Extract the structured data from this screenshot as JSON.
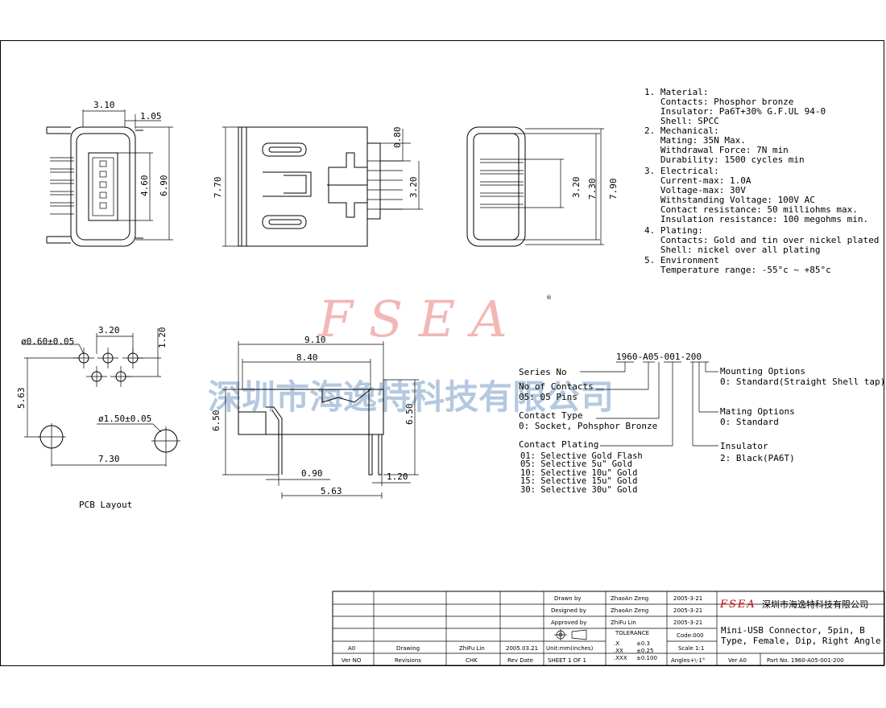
{
  "specs": [
    "1. Material:",
    "   Contacts: Phosphor bronze",
    "   Insulator: Pa6T+30% G.F.UL 94-0",
    "   Shell: SPCC",
    "2. Mechanical:",
    "   Mating: 35N Max.",
    "   Withdrawal Force: 7N min",
    "   Durability: 1500 cycles min",
    "3. Electrical:",
    "   Current-max: 1.0A",
    "   Voltage-max: 30V",
    "   Withstanding Voltage: 100V AC",
    "   Contact resistance: 50 milliohms max.",
    "   Insulation resistance: 100 megohms min.",
    "4. Plating:",
    "   Contacts: Gold and tin over nickel plated",
    "   Shell: nickel over all plating",
    "5. Environment",
    "   Temperature range: -55°c ~ +85°c"
  ],
  "dims": {
    "front_w": "3.10",
    "front_gap": "1.05",
    "front_h1": "4.60",
    "front_h2": "6.90",
    "top_h": "7.70",
    "top_a": "0.80",
    "top_b": "3.20",
    "rear_a": "3.20",
    "rear_b": "7.30",
    "rear_c": "7.90",
    "pcb_hole": "ø0.60±0.05",
    "pcb_pitch": "3.20",
    "pcb_row": "1.20",
    "pcb_h": "5.63",
    "pcb_big": "ø1.50±0.05",
    "pcb_w": "7.30",
    "side_w1": "9.10",
    "side_w2": "8.40",
    "side_h": "6.50",
    "side_h2": "6.50",
    "side_a": "0.90",
    "side_b": "1.20",
    "side_c": "5.63"
  },
  "pcb_label": "PCB Layout",
  "watermark": {
    "logo": "F S E A",
    "company": "深圳市海逸特科技有限公司"
  },
  "part_code": {
    "code": "1960-A05-001-200",
    "series": "Series No",
    "contacts_title": "No of Contacts",
    "contacts_val": "05: 05 Pins",
    "type_title": "Contact Type",
    "type_val": "0: Socket, Pohsphor Bronze",
    "plating_title": "Contact Plating",
    "plating_vals": [
      "01: Selective Gold Flash",
      "05: Selective 5u\" Gold",
      "10: Selective 10u\" Gold",
      "15: Selective 15u\" Gold",
      "30: Selective 30u\" Gold"
    ],
    "mounting_title": "Mounting Options",
    "mounting_val": "0: Standard(Straight Shell tap)",
    "mating_title": "Mating Options",
    "mating_val": "0: Standard",
    "insulator_title": "Insulator",
    "insulator_val": "2: Black(PA6T)"
  },
  "title_block": {
    "drawn_label": "Drawn  by",
    "drawn_name": "ZhaoAn Zeng",
    "drawn_date": "2005-3-21",
    "designed_label": "Designed by",
    "designed_name": "ZhaoAn Zeng",
    "designed_date": "2005-3-21",
    "approved_label": "Approved by",
    "approved_name": "ZhiFu Lin",
    "approved_date": "2005-3-21",
    "company_logo": "FSEA",
    "company_name": "深圳市海逸特科技有限公司",
    "tolerance": "TOLERANCE",
    "tol_x": ".X",
    "tol_x_v": "±0.3",
    "tol_xx": ".XX",
    "tol_xx_v": "±0.25",
    "tol_xxx": ".XXX",
    "tol_xxx_v": "±0.100",
    "code": "Code:000",
    "scale": "Scale 1:1",
    "angles": "Angles+\\-1°",
    "units": "Unit:mm(inches)",
    "sheet": "SHEET 1 OF 1",
    "row_ver": "A0",
    "row_drawing": "Drawing",
    "row_chk_name": "ZhiFu Lin",
    "row_date": "2005.03.21",
    "hdr_ver": "Ver NO",
    "hdr_rev": "Revisions",
    "hdr_chk": "CHK",
    "hdr_date": "Rev Date",
    "title": "Mini-USB Connector, 5pin, B",
    "title2": "Type, Female, Dip, Right Angle",
    "ver_label": "Ver A0",
    "part_no": "Part No. 1960-A05-001-200"
  }
}
